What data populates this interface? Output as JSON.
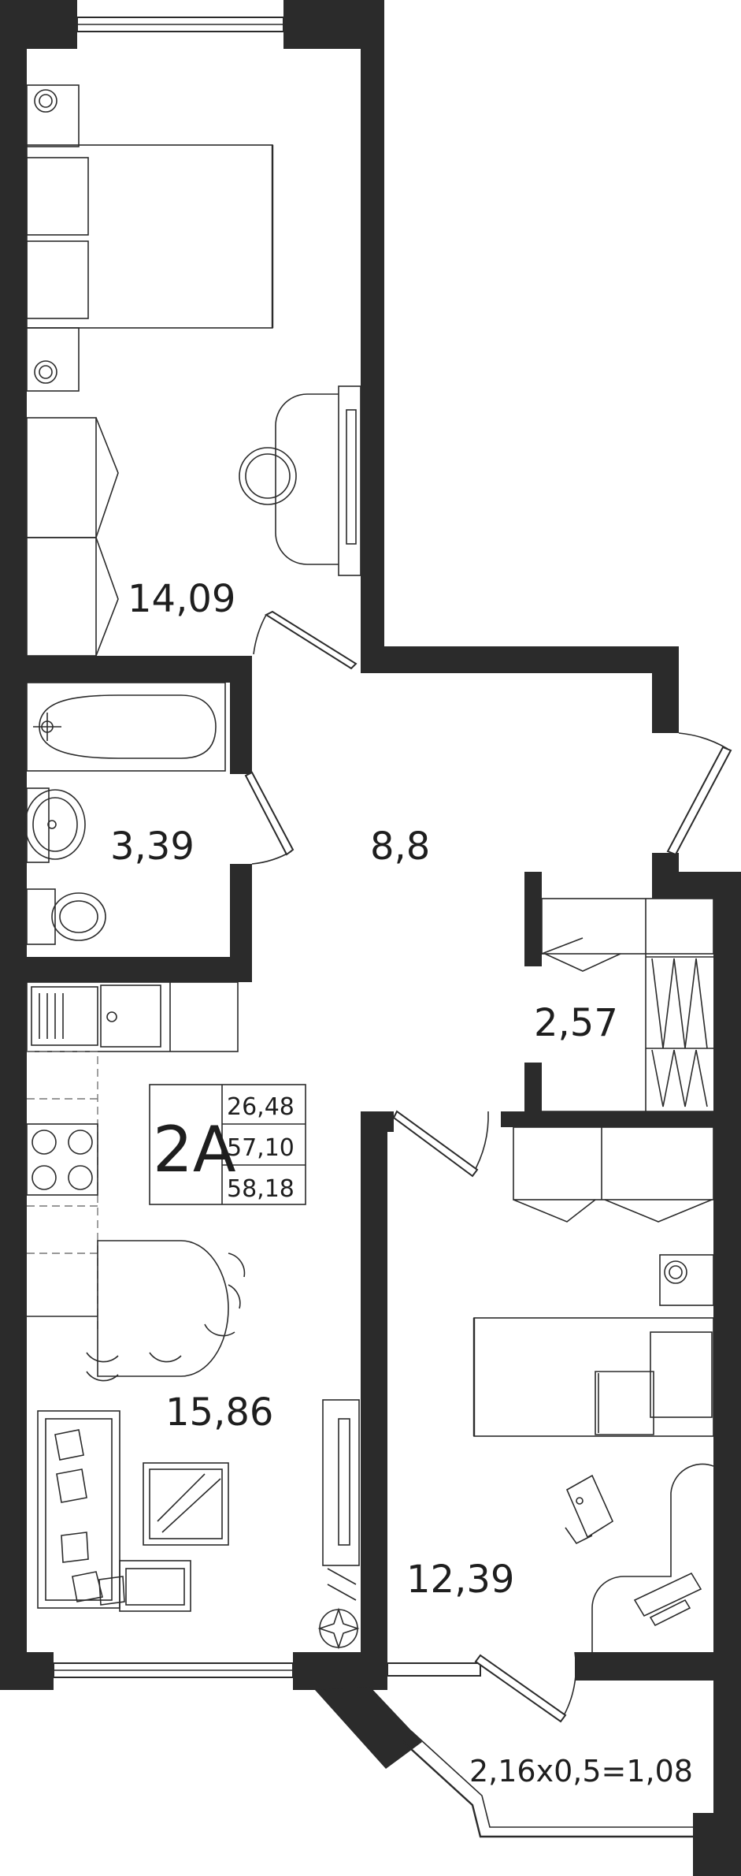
{
  "apartment": {
    "type_label": "2A",
    "living_area": "26,48",
    "total_area": "57,10",
    "total_area_with_balcony": "58,18"
  },
  "rooms": [
    {
      "id": "bedroom-1",
      "area": "14,09"
    },
    {
      "id": "bathroom",
      "area": "3,39"
    },
    {
      "id": "hallway",
      "area": "8,8"
    },
    {
      "id": "storage",
      "area": "2,57"
    },
    {
      "id": "kitchen-living",
      "area": "15,86"
    },
    {
      "id": "bedroom-2",
      "area": "12,39"
    },
    {
      "id": "balcony",
      "area": "2,16x0,5=1,08"
    }
  ],
  "colors": {
    "wall": "#2b2b2b",
    "line": "#2b2b2b",
    "background": "#ffffff"
  }
}
